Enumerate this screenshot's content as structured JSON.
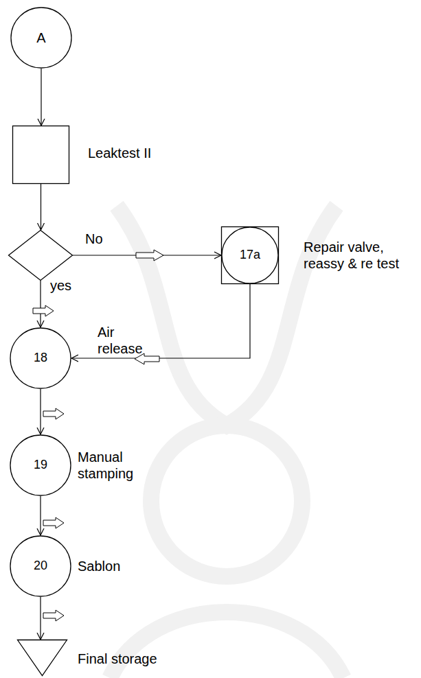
{
  "diagram": {
    "nodes": [
      {
        "text": [
          "A"
        ]
      },
      {
        "text": [
          "Leaktest II"
        ]
      },
      {
        "text": []
      },
      {
        "text": [
          "17a",
          "Repair valve, reassy & re test"
        ]
      },
      {
        "text": [
          "18",
          "Air release"
        ]
      },
      {
        "text": [
          "19",
          "Manual stamping"
        ]
      },
      {
        "text": [
          "20",
          "Sablon"
        ]
      },
      {
        "text": [
          "Final storage"
        ]
      }
    ],
    "edges": [
      {
        "from": 0,
        "to": 1,
        "arrow": "to"
      },
      {
        "from": 1,
        "to": 2,
        "arrow": "to"
      },
      {
        "from": 2,
        "to": 3,
        "label": "No",
        "arrow": "to"
      },
      {
        "from": 2,
        "to": 4,
        "label": "yes",
        "arrow": "to"
      },
      {
        "from": 3,
        "to": 4,
        "arrow": "to"
      },
      {
        "from": 4,
        "to": 5,
        "arrow": "to"
      },
      {
        "from": 5,
        "to": 6,
        "arrow": "to"
      },
      {
        "from": 6,
        "to": 7,
        "arrow": "to"
      }
    ]
  }
}
